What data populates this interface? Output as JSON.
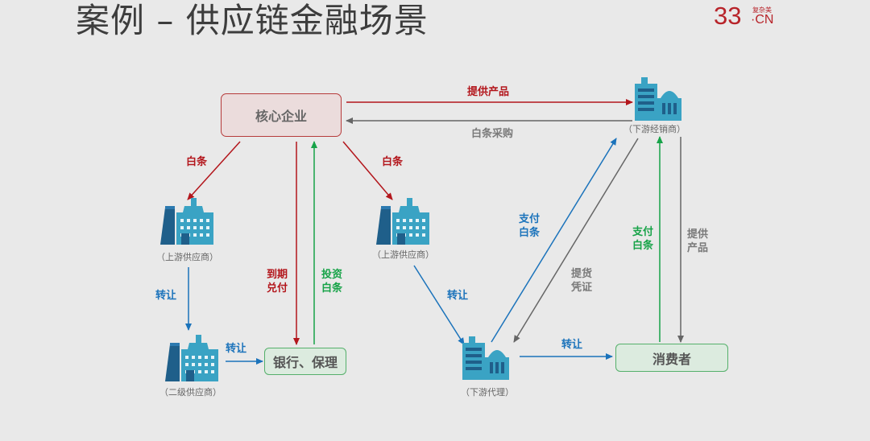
{
  "title": "案例 – 供应链金融场景",
  "logo": {
    "number": "33",
    "dot_text": "·CN",
    "small_text": "复杂美"
  },
  "nodes": {
    "core": "核心企业",
    "bank": "银行、保理",
    "consumer": "消费者",
    "upstream_left": "（上游供应商）",
    "upstream_mid": "（上游供应商）",
    "secondary": "（二级供应商）",
    "downstream_dealer": "（下游经销商）",
    "downstream_agent": "（下游代理）"
  },
  "edges": {
    "provide_product": "提供产品",
    "white_purchase": "白条采购",
    "white_left": "白条",
    "white_mid": "白条",
    "transfer_left": "转让",
    "transfer_bank": "转让",
    "due_pay": "到期\n兑付",
    "invest_white": "投资\n白条",
    "transfer_mid": "转让",
    "pay_white_blue": "支付\n白条",
    "pickup_voucher": "提货\n凭证",
    "pay_white_green": "支付\n白条",
    "provide_product_right": "提供\n产品",
    "transfer_agent": "转让"
  },
  "colors": {
    "red": "#b3161c",
    "blue": "#1b73bb",
    "green": "#17a348",
    "gray": "#7a7a7a"
  }
}
